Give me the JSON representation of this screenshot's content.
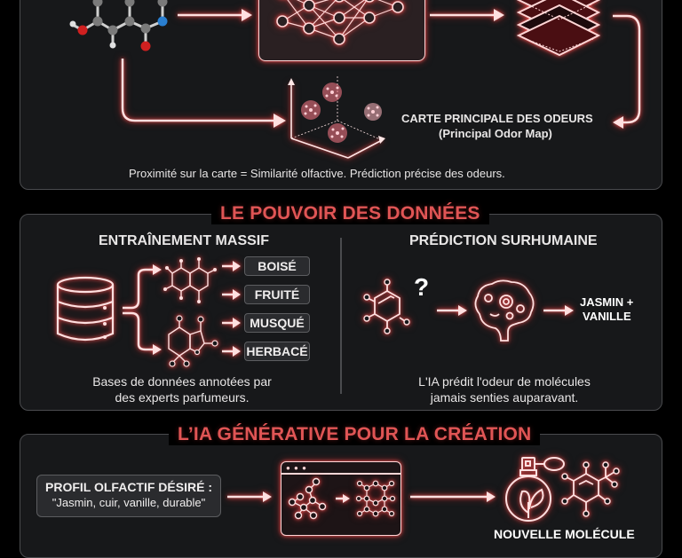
{
  "section1": {
    "map_label_line1": "CARTE PRINCIPALE DES ODEURS",
    "map_label_line2": "(Principal Odor Map)",
    "caption": "Proximité sur la carte = Similarité olfactive. Prédiction précise des odeurs.",
    "icons": [
      "molecule-3d-icon",
      "neural-network-icon",
      "layers-icon",
      "odor-map-3d-icon"
    ]
  },
  "section2": {
    "title": "LE POUVOIR DES DONNÉES",
    "left": {
      "heading": "ENTRAÎNEMENT MASSIF",
      "tags": [
        "BOISÉ",
        "FRUITÉ",
        "MUSQUÉ",
        "HERBACÉ"
      ],
      "caption_line1": "Bases de données annotées par",
      "caption_line2": "des experts parfumeurs."
    },
    "right": {
      "heading": "PRÉDICTION SURHUMAINE",
      "question_mark": "?",
      "result_line1": "JASMIN +",
      "result_line2": "VANILLE",
      "caption_line1": "L'IA prédit l'odeur de molécules",
      "caption_line2": "jamais senties auparavant."
    }
  },
  "section3": {
    "title": "L’IA GÉNÉRATIVE POUR LA CRÉATION",
    "profile_label": "PROFIL OLFACTIF DÉSIRÉ :",
    "profile_value": "\"Jasmin, cuir, vanille, durable\"",
    "output_label_partial": "NOUVELLE MOLÉCULE"
  },
  "colors": {
    "background": "#000000",
    "panel": "#17181a",
    "panel_border": "#4a4b4e",
    "accent_red": "#e05555",
    "glow_line": "#ffd8d8"
  }
}
